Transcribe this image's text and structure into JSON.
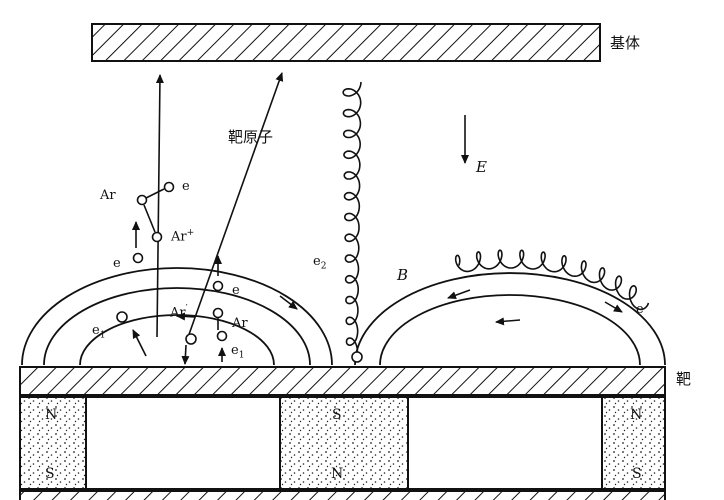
{
  "labels": {
    "substrate": "基体",
    "target": "靶",
    "target_atom": "靶原子",
    "field_E": "E",
    "field_B": "B",
    "ar_top": "Ar",
    "ar_plus": "Ar",
    "ar_plus_sup": "+",
    "ar_prime": "Ar",
    "ar_prime_sup": "′",
    "ar_right": "Ar",
    "e_top": "e",
    "e_left": "e",
    "e_mid": "e",
    "e_right": "e",
    "e1_left": "e",
    "e1_left_sub": "1",
    "e1_mid": "e",
    "e1_mid_sub": "1",
    "e2": "e",
    "e2_sub": "2"
  },
  "magnets": [
    {
      "top": "N",
      "bottom": "S"
    },
    {
      "top": "S",
      "bottom": "N"
    },
    {
      "top": "N",
      "bottom": "S"
    }
  ],
  "colors": {
    "ink": "#111111",
    "background": "#ffffff"
  }
}
